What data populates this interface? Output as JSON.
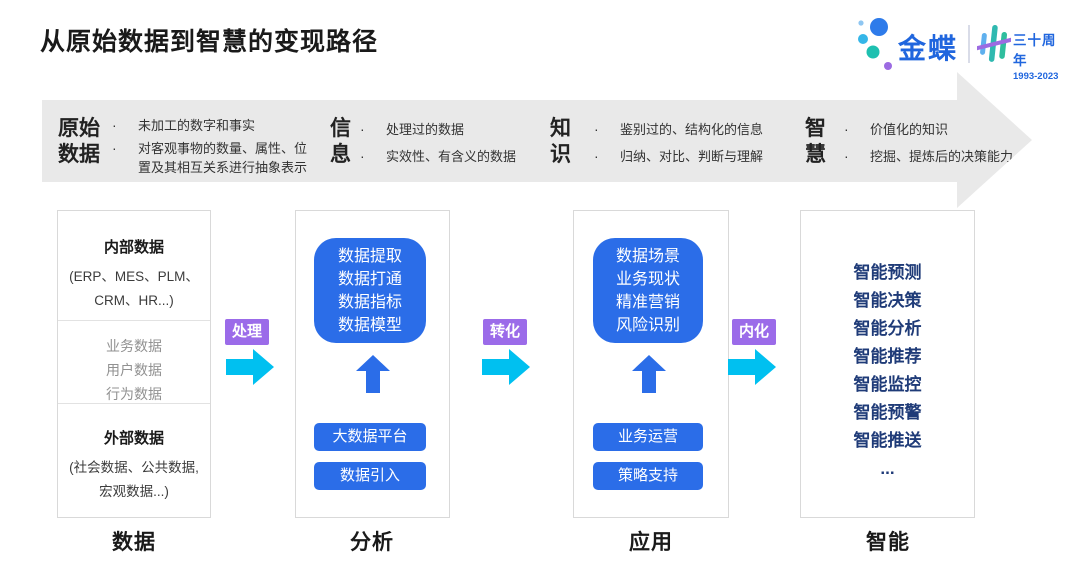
{
  "page": {
    "title": "从原始数据到智慧的变现路径"
  },
  "logo": {
    "brand": "金蝶",
    "anniversary": "三十周年",
    "years": "1993-2023"
  },
  "ui": {
    "bullet": "·"
  },
  "banner": {
    "stages": [
      {
        "title": "原始\n数据",
        "bullets": [
          "未加工的数字和事实",
          "对客观事物的数量、属性、位置及其相互关系进行抽象表示"
        ]
      },
      {
        "title": "信\n息",
        "bullets": [
          "处理过的数据",
          "实效性、有含义的数据"
        ]
      },
      {
        "title": "知\n识",
        "bullets": [
          "鉴别过的、结构化的信息",
          "归纳、对比、判断与理解"
        ]
      },
      {
        "title": "智\n慧",
        "bullets": [
          "价值化的知识",
          "挖掘、提炼后的决策能力"
        ]
      }
    ]
  },
  "columns": {
    "data": {
      "label": "数据",
      "internal_title": "内部数据",
      "internal_detail": "(ERP、MES、PLM、\nCRM、HR...)",
      "middle_items": [
        "业务数据",
        "用户数据",
        "行为数据"
      ],
      "external_title": "外部数据",
      "external_detail": "(社会数据、公共数据,\n宏观数据...)"
    },
    "analysis": {
      "label": "分析",
      "core": [
        "数据提取",
        "数据打通",
        "数据指标",
        "数据模型"
      ],
      "buttons": [
        "大数据平台",
        "数据引入"
      ]
    },
    "application": {
      "label": "应用",
      "core": [
        "数据场景",
        "业务现状",
        "精准营销",
        "风险识别"
      ],
      "buttons": [
        "业务运营",
        "策略支持"
      ]
    },
    "intelligence": {
      "label": "智能",
      "items": [
        "智能预测",
        "智能决策",
        "智能分析",
        "智能推荐",
        "智能监控",
        "智能预警",
        "智能推送",
        "..."
      ]
    }
  },
  "connectors": [
    {
      "label": "处理"
    },
    {
      "label": "转化"
    },
    {
      "label": "内化"
    }
  ],
  "colors": {
    "blue": "#2B6DE8",
    "cyan": "#00C0F0",
    "purple": "#9B6BE9",
    "navy": "#1F3B78",
    "banner_gray": "#E9E9E9",
    "brand_blue": "#2066DE",
    "teal": "#1EC0B0"
  }
}
